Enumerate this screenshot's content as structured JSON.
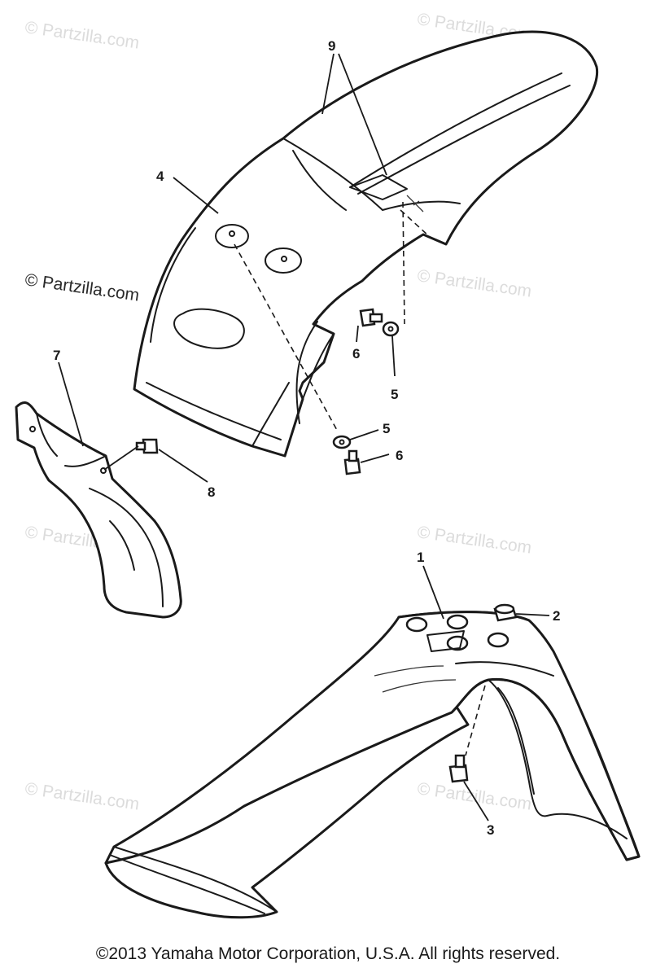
{
  "watermarks": [
    "© Partzilla.com",
    "© Partzilla.com",
    "© Partzilla.com",
    "© Partzilla.com",
    "© Partzilla.com",
    "© Partzilla.com",
    "© Partzilla.com",
    "© Partzilla.com"
  ],
  "callouts": {
    "c1": "1",
    "c2": "2",
    "c3": "3",
    "c4": "4",
    "c5a": "5",
    "c5b": "5",
    "c6a": "6",
    "c6b": "6",
    "c7": "7",
    "c8": "8",
    "c9": "9"
  },
  "footer": {
    "copyright": "©2013  Yamaha Motor Corporation, U.S.A. All rights reserved."
  }
}
